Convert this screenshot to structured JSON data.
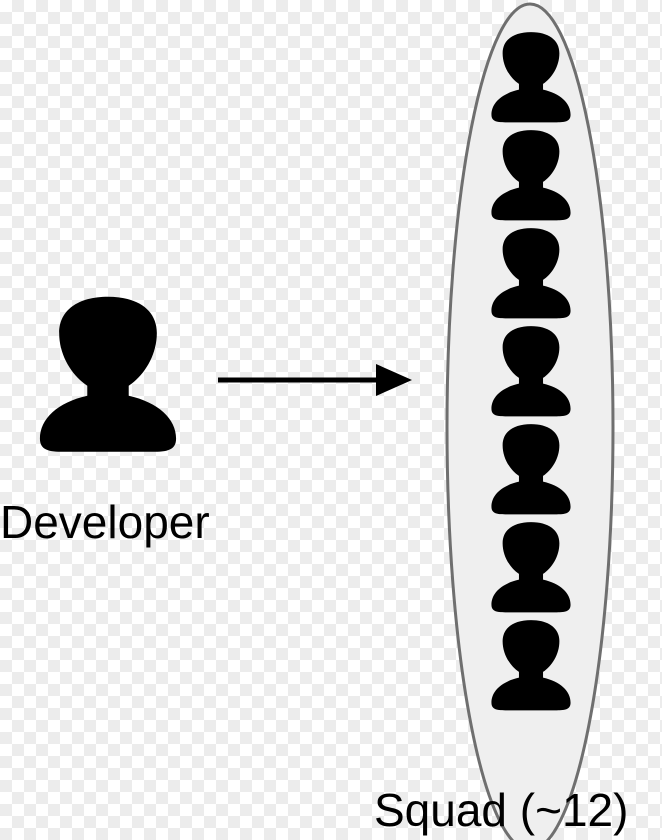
{
  "diagram": {
    "developer": {
      "label": "Developer",
      "icon": "person-icon"
    },
    "arrow": {
      "direction": "right",
      "icon": "arrow-right-icon"
    },
    "squad": {
      "label": "Squad (~12)",
      "member_icon": "person-icon",
      "visible_members": 7
    },
    "colors": {
      "figure": "#000000",
      "ellipse_fill": "#efefef",
      "ellipse_stroke": "#6f6f6f"
    }
  }
}
